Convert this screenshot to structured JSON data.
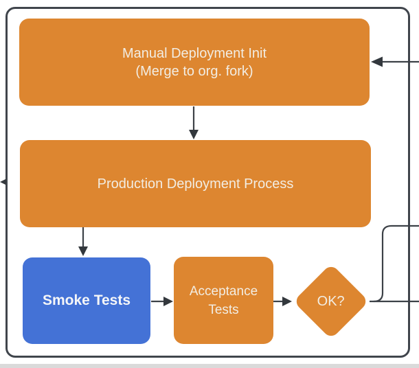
{
  "nodes": {
    "manual_deployment_init": {
      "label": "Manual Deployment Init\n(Merge to org. fork)",
      "shape": "rounded-rect",
      "color_role": "orange"
    },
    "production_deployment_process": {
      "label": "Production Deployment Process",
      "shape": "rounded-rect",
      "color_role": "orange"
    },
    "smoke_tests": {
      "label": "Smoke Tests",
      "shape": "rounded-rect",
      "color_role": "blue"
    },
    "acceptance_tests": {
      "label": "Acceptance\nTests",
      "shape": "rounded-rect",
      "color_role": "orange"
    },
    "ok_decision": {
      "label": "OK?",
      "shape": "diamond",
      "color_role": "orange"
    }
  },
  "edges": [
    {
      "from": "off-canvas-right",
      "to": "manual_deployment_init",
      "style": "arrow-left-into-node"
    },
    {
      "from": "manual_deployment_init",
      "to": "production_deployment_process",
      "style": "arrow-down"
    },
    {
      "from": "production_deployment_process",
      "to": "smoke_tests",
      "style": "arrow-down"
    },
    {
      "from": "smoke_tests",
      "to": "acceptance_tests",
      "style": "arrow-right"
    },
    {
      "from": "acceptance_tests",
      "to": "ok_decision",
      "style": "arrow-right"
    },
    {
      "from": "ok_decision",
      "to": "off-canvas-right-upper",
      "style": "elbow-up-right"
    },
    {
      "from": "ok_decision",
      "to": "off-canvas-right-lower",
      "style": "straight-right"
    },
    {
      "from": "container-left-border",
      "to": "off-canvas-left",
      "style": "arrowhead-stub"
    }
  ],
  "colors": {
    "node_orange": "#DD8630",
    "node_blue": "#4472D6",
    "node_text": "#F2EDE3",
    "connector": "#3C4147",
    "container_border": "#40454C"
  }
}
